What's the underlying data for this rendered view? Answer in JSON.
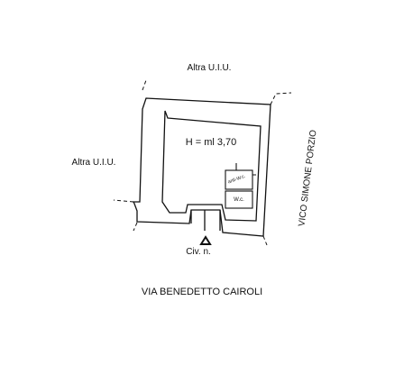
{
  "labels": {
    "neighbor_top": "Altra U.I.U.",
    "neighbor_left": "Altra U.I.U.",
    "height": "H = ml 3,70",
    "antiwc": "anti-W.c.",
    "wc": "W.c.",
    "civic": "Civ. n.",
    "street_bottom": "VIA  BENEDETTO  CAIROLI",
    "street_right": "VICO  SIMONE  PORZIO"
  },
  "colors": {
    "line": "#111111",
    "background": "#ffffff"
  },
  "icons": {
    "entrance_marker": "entrance-triangle-icon"
  }
}
